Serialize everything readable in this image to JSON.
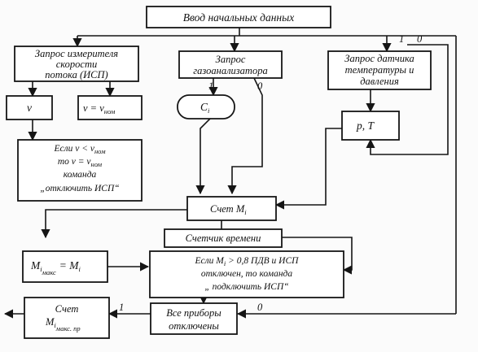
{
  "nodes": {
    "start": "Ввод начальных данных",
    "isp_query": [
      "Запрос измерителя",
      "скорости",
      "потока (ИСП)"
    ],
    "gas_query": [
      "Запрос",
      "газоанализатора"
    ],
    "temp_query": [
      "Запрос датчика",
      "температуры и",
      "давления"
    ],
    "v": "v",
    "v_nom": {
      "lhs": "v = v",
      "sub": "ном"
    },
    "if_v": {
      "line1_a": "Если  v < v",
      "line1_sub": "ном",
      "line2_a": "то v = v",
      "line2_sub": "ном",
      "line3": "команда",
      "line4": "„отключить ИСП“"
    },
    "ci": {
      "main": "C",
      "sub": "i"
    },
    "pt": "p, T",
    "calc_m": {
      "main": "Счет M",
      "sub": "i"
    },
    "timer": "Счетчик времени",
    "m_max": {
      "m": "M",
      "i": "i",
      "sub": "макс",
      "rhs": "= M",
      "rhs_sub": "i"
    },
    "if_m": {
      "line1_a": "Если M",
      "line1_sub": "i",
      "line1_b": " > 0,8 ПДВ и ИСП",
      "line2": "отключен, то команда",
      "line3": "„ подключить ИСП“"
    },
    "calc_mmax": {
      "line1": "Счет",
      "m": "M",
      "i": "i",
      "sub": "макс. пр"
    },
    "all_off": [
      "Все приборы",
      "отключены"
    ]
  },
  "branch_labels": {
    "gas_one": "1",
    "gas_zero": "0",
    "temp_one": "1",
    "temp_zero": "0",
    "off_one": "1",
    "off_zero": "0"
  }
}
